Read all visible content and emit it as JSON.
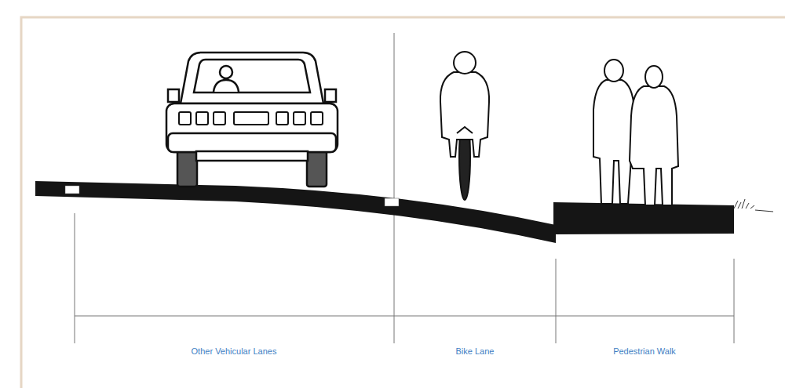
{
  "diagram": {
    "labels": [
      "Other Vehicular Lanes",
      "Bike Lane",
      "Pedestrian Walk"
    ]
  }
}
